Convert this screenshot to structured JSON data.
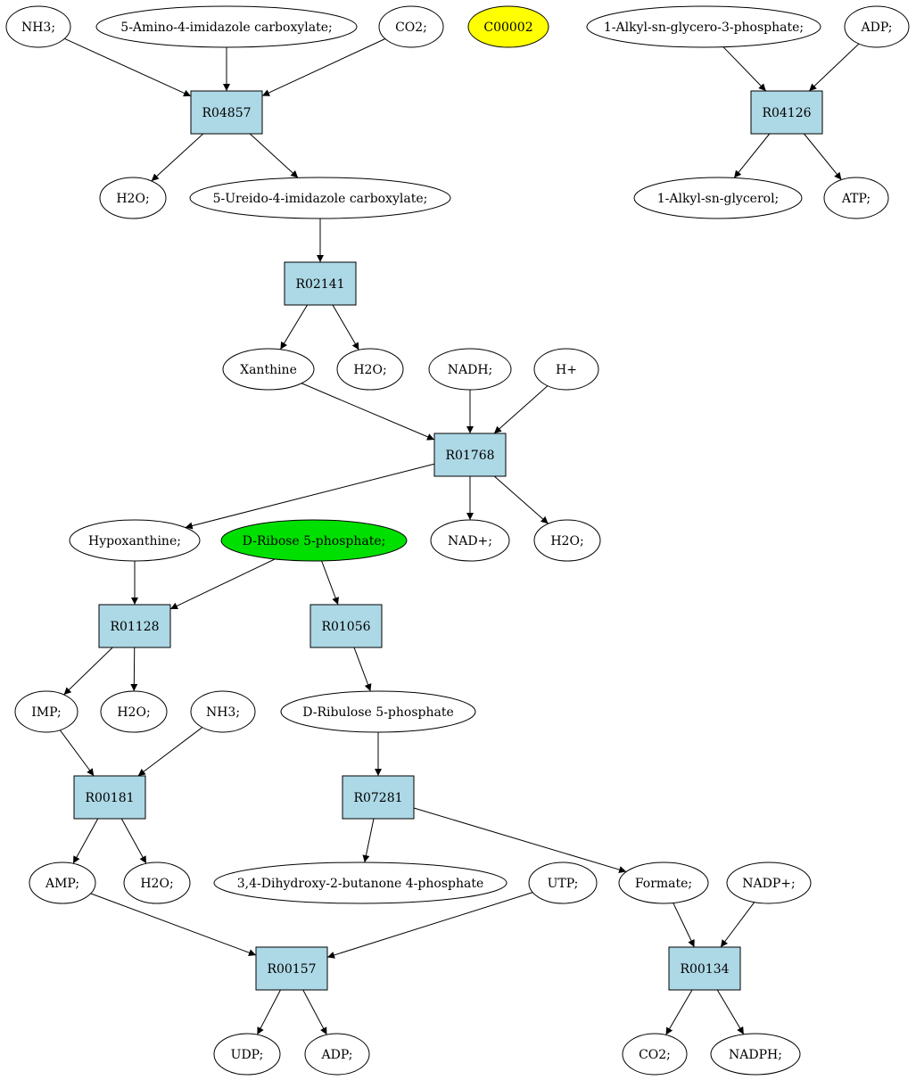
{
  "diagram": {
    "nodes": {
      "nh3_a": {
        "label": "NH3;",
        "shape": "ellipse",
        "fill": "#ffffff"
      },
      "aic": {
        "label": "5-Amino-4-imidazole carboxylate;",
        "shape": "ellipse",
        "fill": "#ffffff"
      },
      "co2_a": {
        "label": "CO2;",
        "shape": "ellipse",
        "fill": "#ffffff"
      },
      "c00002": {
        "label": "C00002",
        "shape": "ellipse",
        "fill": "#ffff00"
      },
      "alkylg3p": {
        "label": "1-Alkyl-sn-glycero-3-phosphate;",
        "shape": "ellipse",
        "fill": "#ffffff"
      },
      "adp_a": {
        "label": "ADP;",
        "shape": "ellipse",
        "fill": "#ffffff"
      },
      "r04857": {
        "label": "R04857",
        "shape": "box",
        "fill": "#add8e6"
      },
      "r04126": {
        "label": "R04126",
        "shape": "box",
        "fill": "#add8e6"
      },
      "h2o_a": {
        "label": "H2O;",
        "shape": "ellipse",
        "fill": "#ffffff"
      },
      "uic": {
        "label": "5-Ureido-4-imidazole carboxylate;",
        "shape": "ellipse",
        "fill": "#ffffff"
      },
      "alkylgly": {
        "label": "1-Alkyl-sn-glycerol;",
        "shape": "ellipse",
        "fill": "#ffffff"
      },
      "atp": {
        "label": "ATP;",
        "shape": "ellipse",
        "fill": "#ffffff"
      },
      "r02141": {
        "label": "R02141",
        "shape": "box",
        "fill": "#add8e6"
      },
      "xanthine": {
        "label": "Xanthine",
        "shape": "ellipse",
        "fill": "#ffffff"
      },
      "h2o_b": {
        "label": "H2O;",
        "shape": "ellipse",
        "fill": "#ffffff"
      },
      "nadh": {
        "label": "NADH;",
        "shape": "ellipse",
        "fill": "#ffffff"
      },
      "hplus": {
        "label": "H+",
        "shape": "ellipse",
        "fill": "#ffffff"
      },
      "r01768": {
        "label": "R01768",
        "shape": "box",
        "fill": "#add8e6"
      },
      "hypox": {
        "label": "Hypoxanthine;",
        "shape": "ellipse",
        "fill": "#ffffff"
      },
      "dr5p": {
        "label": "D-Ribose 5-phosphate;",
        "shape": "ellipse",
        "fill": "#00e000"
      },
      "nadplus": {
        "label": "NAD+;",
        "shape": "ellipse",
        "fill": "#ffffff"
      },
      "h2o_c": {
        "label": "H2O;",
        "shape": "ellipse",
        "fill": "#ffffff"
      },
      "r01128": {
        "label": "R01128",
        "shape": "box",
        "fill": "#add8e6"
      },
      "r01056": {
        "label": "R01056",
        "shape": "box",
        "fill": "#add8e6"
      },
      "imp": {
        "label": "IMP;",
        "shape": "ellipse",
        "fill": "#ffffff"
      },
      "h2o_d": {
        "label": "H2O;",
        "shape": "ellipse",
        "fill": "#ffffff"
      },
      "nh3_b": {
        "label": "NH3;",
        "shape": "ellipse",
        "fill": "#ffffff"
      },
      "dru5p": {
        "label": "D-Ribulose 5-phosphate",
        "shape": "ellipse",
        "fill": "#ffffff"
      },
      "r00181": {
        "label": "R00181",
        "shape": "box",
        "fill": "#add8e6"
      },
      "r07281": {
        "label": "R07281",
        "shape": "box",
        "fill": "#add8e6"
      },
      "amp": {
        "label": "AMP;",
        "shape": "ellipse",
        "fill": "#ffffff"
      },
      "h2o_e": {
        "label": "H2O;",
        "shape": "ellipse",
        "fill": "#ffffff"
      },
      "dhbp": {
        "label": "3,4-Dihydroxy-2-butanone 4-phosphate",
        "shape": "ellipse",
        "fill": "#ffffff"
      },
      "utp": {
        "label": "UTP;",
        "shape": "ellipse",
        "fill": "#ffffff"
      },
      "formate": {
        "label": "Formate;",
        "shape": "ellipse",
        "fill": "#ffffff"
      },
      "nadpplus": {
        "label": "NADP+;",
        "shape": "ellipse",
        "fill": "#ffffff"
      },
      "r00157": {
        "label": "R00157",
        "shape": "box",
        "fill": "#add8e6"
      },
      "r00134": {
        "label": "R00134",
        "shape": "box",
        "fill": "#add8e6"
      },
      "udp": {
        "label": "UDP;",
        "shape": "ellipse",
        "fill": "#ffffff"
      },
      "adp_b": {
        "label": "ADP;",
        "shape": "ellipse",
        "fill": "#ffffff"
      },
      "co2_b": {
        "label": "CO2;",
        "shape": "ellipse",
        "fill": "#ffffff"
      },
      "nadph": {
        "label": "NADPH;",
        "shape": "ellipse",
        "fill": "#ffffff"
      }
    },
    "edges": [
      [
        "nh3_a",
        "r04857"
      ],
      [
        "aic",
        "r04857"
      ],
      [
        "co2_a",
        "r04857"
      ],
      [
        "r04857",
        "h2o_a"
      ],
      [
        "r04857",
        "uic"
      ],
      [
        "alkylg3p",
        "r04126"
      ],
      [
        "adp_a",
        "r04126"
      ],
      [
        "r04126",
        "alkylgly"
      ],
      [
        "r04126",
        "atp"
      ],
      [
        "uic",
        "r02141"
      ],
      [
        "r02141",
        "xanthine"
      ],
      [
        "r02141",
        "h2o_b"
      ],
      [
        "xanthine",
        "r01768"
      ],
      [
        "nadh",
        "r01768"
      ],
      [
        "hplus",
        "r01768"
      ],
      [
        "r01768",
        "hypox"
      ],
      [
        "r01768",
        "nadplus"
      ],
      [
        "r01768",
        "h2o_c"
      ],
      [
        "hypox",
        "r01128"
      ],
      [
        "dr5p",
        "r01128"
      ],
      [
        "dr5p",
        "r01056"
      ],
      [
        "r01128",
        "imp"
      ],
      [
        "r01128",
        "h2o_d"
      ],
      [
        "r01056",
        "dru5p"
      ],
      [
        "imp",
        "r00181"
      ],
      [
        "nh3_b",
        "r00181"
      ],
      [
        "dru5p",
        "r07281"
      ],
      [
        "r00181",
        "amp"
      ],
      [
        "r00181",
        "h2o_e"
      ],
      [
        "r07281",
        "dhbp"
      ],
      [
        "r07281",
        "formate"
      ],
      [
        "amp",
        "r00157"
      ],
      [
        "utp",
        "r00157"
      ],
      [
        "formate",
        "r00134"
      ],
      [
        "nadpplus",
        "r00134"
      ],
      [
        "r00157",
        "udp"
      ],
      [
        "r00157",
        "adp_b"
      ],
      [
        "r00134",
        "co2_b"
      ],
      [
        "r00134",
        "nadph"
      ]
    ]
  }
}
